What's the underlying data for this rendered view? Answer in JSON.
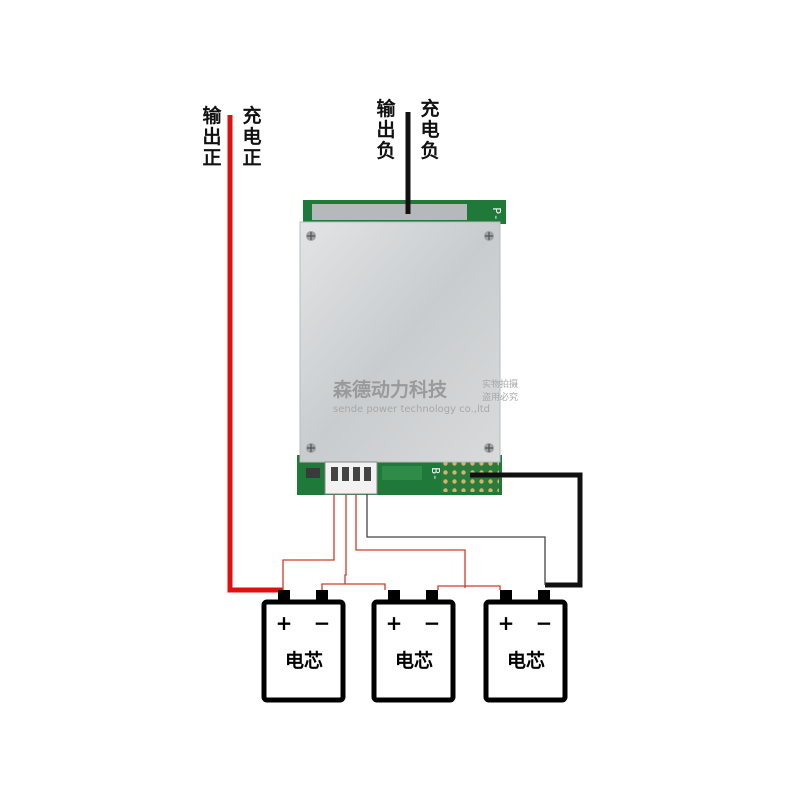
{
  "labels": {
    "output_positive": "输出正",
    "charge_positive": "充电正",
    "output_negative": "输出负",
    "charge_negative": "充电负"
  },
  "board": {
    "p_marker": "P-",
    "b_marker": "B-"
  },
  "watermark": {
    "main": "森德动力科技",
    "english": "sende power technology co.,ltd",
    "side_top": "实物拍摄",
    "side_bottom": "盗用必究"
  },
  "cells": [
    {
      "label": "电芯",
      "plus": "+",
      "minus": "−"
    },
    {
      "label": "电芯",
      "plus": "+",
      "minus": "−"
    },
    {
      "label": "电芯",
      "plus": "+",
      "minus": "−"
    }
  ],
  "colors": {
    "positive_wire": "#e01010",
    "negative_wire": "#111111",
    "balance_wire": "#c0392b",
    "pcb_green": "#1f7a3a",
    "heatsink": "#cfd2d4"
  }
}
